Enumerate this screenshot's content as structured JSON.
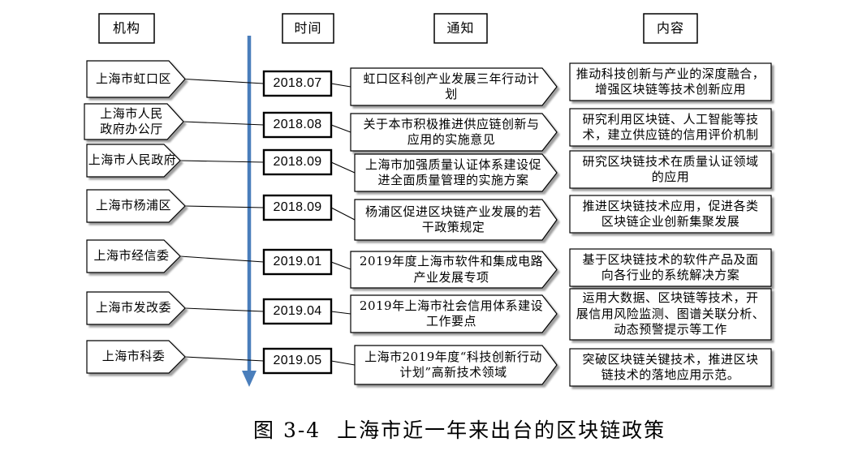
{
  "headers": {
    "institution": "机构",
    "time": "时间",
    "notice": "通知",
    "content": "内容"
  },
  "rows": [
    {
      "institution": [
        "上海市虹口区"
      ],
      "date": "2018.07",
      "notice": [
        "虹口区科创产业发展三年行动计",
        "划"
      ],
      "content": [
        "推动科技创新与产业的深度融合，",
        "增强区块链等技术创新应用"
      ]
    },
    {
      "institution": [
        "上海市人民",
        "政府办公厅"
      ],
      "date": "2018.08",
      "notice": [
        "关于本市积极推进供应链创新与",
        "应用的实施意见"
      ],
      "content": [
        "研究利用区块链、人工智能等技",
        "术，建立供应链的信用评价机制"
      ]
    },
    {
      "institution": [
        "上海市人民政府"
      ],
      "date": "2018.09",
      "notice": [
        "上海市加强质量认证体系建设促",
        "进全面质量管理的实施方案"
      ],
      "content": [
        "研究区块链技术在质量认证领域",
        "的应用"
      ]
    },
    {
      "institution": [
        "上海市杨浦区"
      ],
      "date": "2018.09",
      "notice": [
        "杨浦区促进区块链产业发展的若",
        "干政策规定"
      ],
      "content": [
        "推进区块链技术应用，促进各类",
        "区块链企业创新集聚发展"
      ]
    },
    {
      "institution": [
        "上海市经信委"
      ],
      "date": "2019.01",
      "notice": [
        "2019年度上海市软件和集成电路",
        "产业发展专项"
      ],
      "content": [
        "基于区块链技术的软件产品及面",
        "向各行业的系统解决方案"
      ]
    },
    {
      "institution": [
        "上海市发改委"
      ],
      "date": "2019.04",
      "notice": [
        "2019年上海市社会信用体系建设",
        "工作要点"
      ],
      "content": [
        "运用大数据、区块链等技术，开",
        "展信用风险监测、图谱关联分析、",
        "动态预警提示等工作"
      ]
    },
    {
      "institution": [
        "上海市科委"
      ],
      "date": "2019.05",
      "notice": [
        "上海市2019年度“科技创新行动",
        "计划”高新技术领域"
      ],
      "content": [
        "突破区块链关键技术，推进区块",
        "链技术的落地应用示范。"
      ]
    }
  ],
  "caption": "图 3-4  上海市近一年来出台的区块链政策",
  "colors": {
    "timeline_arrow": "#4a7ebb",
    "border": "#000000",
    "shadow": "#9e9e9e"
  }
}
